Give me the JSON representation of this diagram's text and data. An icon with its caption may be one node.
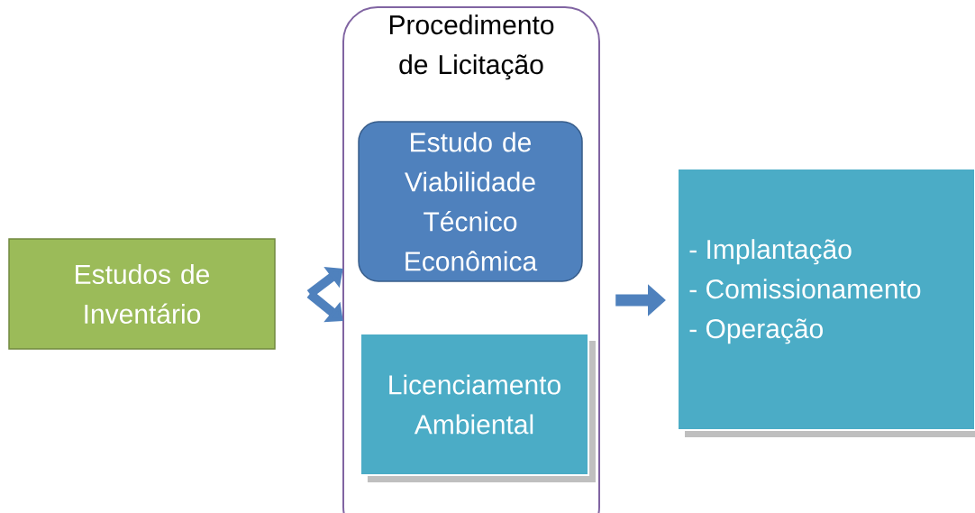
{
  "diagram": {
    "nodes": [
      {
        "text": [
          "Estudos de Inventário"
        ]
      },
      {
        "text": [
          "Procedimento de Licitação"
        ]
      },
      {
        "text": [
          "Estudo de Viabilidade Técnico Econômica"
        ],
        "in": 1
      },
      {
        "text": [
          "Licenciamento Ambiental"
        ],
        "in": 1
      },
      {
        "text": [
          "- Implantação",
          "- Comissionamento",
          "- Operação"
        ]
      }
    ],
    "edges": [
      {
        "from": 0,
        "to": 1,
        "arrow": "to"
      },
      {
        "from": 0,
        "to": 1,
        "arrow": "to"
      },
      {
        "from": 1,
        "to": 4,
        "arrow": "to"
      }
    ]
  }
}
